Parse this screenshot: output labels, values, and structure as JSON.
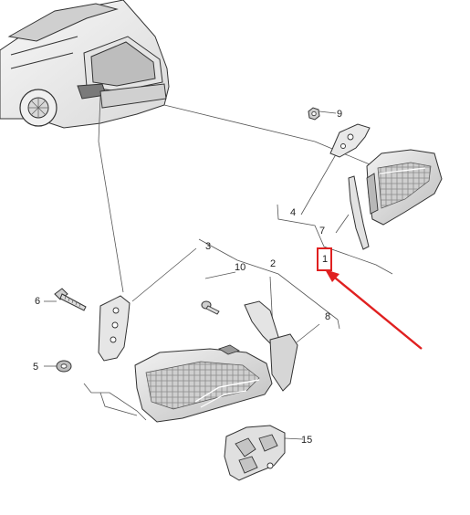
{
  "callouts": {
    "c1": "1",
    "c2": "2",
    "c3": "3",
    "c4": "4",
    "c5": "5",
    "c6": "6",
    "c7": "7",
    "c8": "8",
    "c9": "9",
    "c10": "10",
    "c15": "15"
  },
  "colors": {
    "highlight": "#e02020",
    "line": "#555555",
    "part_fill": "#e6e6e6",
    "part_dark": "#9a9a9a"
  },
  "highlighted_callout": "1"
}
